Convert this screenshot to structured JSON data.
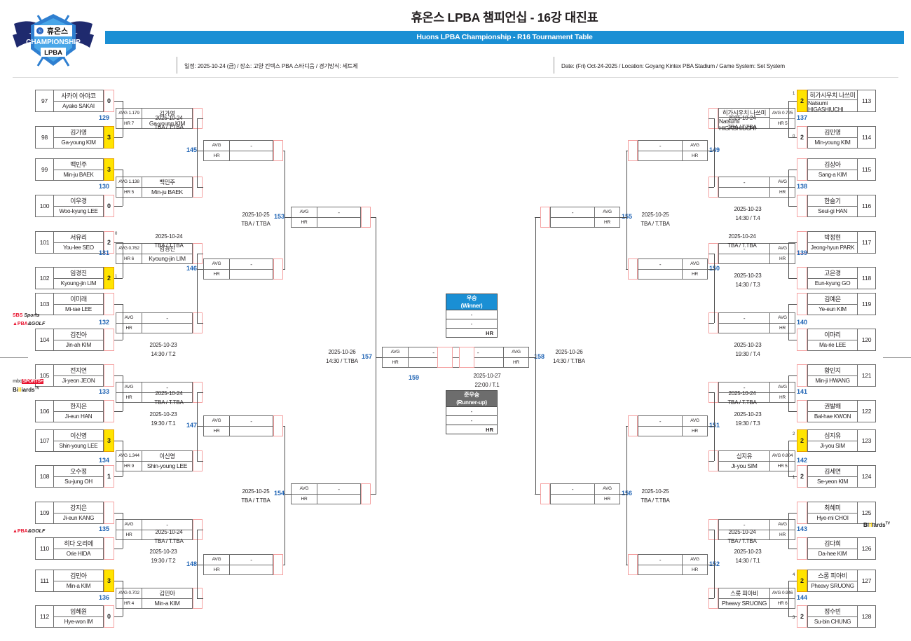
{
  "header": {
    "title_kr": "휴온스 LPBA 챔피언십 - 16강 대진표",
    "title_en": "Huons LPBA Championship - R16 Tournament Table",
    "meta_kr": "일정: 2025-10-24 (금) / 장소: 고양 킨텍스 PBA 스타디움 / 경기방식: 세트제",
    "meta_en": "Date: (Fri) Oct-24-2025 / Location: Goyang Kintex PBA Stadium / Game System: Set System",
    "logo_name": "휴온스 CHAMPIONSHIP LPBA",
    "accent_color": "#1a8fd4"
  },
  "labels": {
    "avg": "AVG",
    "hr": "HR",
    "dash": "-",
    "tba": "TBA / T.TBA"
  },
  "players": [
    {
      "seed": "97",
      "kr": "사카이 아야코",
      "en": "Ayako SAKAI",
      "score": "0",
      "win": false
    },
    {
      "seed": "98",
      "kr": "김가영",
      "en": "Ga-young KIM",
      "score": "3",
      "win": true
    },
    {
      "seed": "99",
      "kr": "백민주",
      "en": "Min-ju BAEK",
      "score": "3",
      "win": true
    },
    {
      "seed": "100",
      "kr": "이우경",
      "en": "Woo-kyung LEE",
      "score": "0",
      "win": false
    },
    {
      "seed": "101",
      "kr": "서유리",
      "en": "You-lee SEO",
      "score": "2",
      "win": false
    },
    {
      "seed": "102",
      "kr": "임경진",
      "en": "Kyoung-jin LIM",
      "score": "2",
      "win": true
    },
    {
      "seed": "103",
      "kr": "이미래",
      "en": "Mi-rae LEE",
      "score": "",
      "win": false
    },
    {
      "seed": "104",
      "kr": "김진아",
      "en": "Jin-ah KIM",
      "score": "",
      "win": false
    },
    {
      "seed": "105",
      "kr": "전지연",
      "en": "Ji-yeon JEON",
      "score": "",
      "win": false
    },
    {
      "seed": "106",
      "kr": "한지은",
      "en": "Ji-eun HAN",
      "score": "",
      "win": false
    },
    {
      "seed": "107",
      "kr": "이신영",
      "en": "Shin-young LEE",
      "score": "3",
      "win": true
    },
    {
      "seed": "108",
      "kr": "오수정",
      "en": "Su-jung OH",
      "score": "1",
      "win": false
    },
    {
      "seed": "109",
      "kr": "강지은",
      "en": "Ji-eun KANG",
      "score": "",
      "win": false
    },
    {
      "seed": "110",
      "kr": "히다 오리에",
      "en": "Orie HIDA",
      "score": "",
      "win": false
    },
    {
      "seed": "111",
      "kr": "김민아",
      "en": "Min-a KIM",
      "score": "3",
      "win": true
    },
    {
      "seed": "112",
      "kr": "임혜원",
      "en": "Hye-won IM",
      "score": "0",
      "win": false
    },
    {
      "seed": "113",
      "kr": "히가시우치 나쓰미",
      "en": "Natsumi HIGASHIUCHI",
      "score": "2",
      "win": true
    },
    {
      "seed": "114",
      "kr": "김민영",
      "en": "Min-young KIM",
      "score": "2",
      "win": false
    },
    {
      "seed": "115",
      "kr": "김상아",
      "en": "Sang-a KIM",
      "score": "",
      "win": false
    },
    {
      "seed": "116",
      "kr": "한슬기",
      "en": "Seul-gi HAN",
      "score": "",
      "win": false
    },
    {
      "seed": "117",
      "kr": "박정현",
      "en": "Jeong-hyun PARK",
      "score": "",
      "win": false
    },
    {
      "seed": "118",
      "kr": "고은경",
      "en": "Eun-kyung GO",
      "score": "",
      "win": false
    },
    {
      "seed": "119",
      "kr": "김예은",
      "en": "Ye-eun KIM",
      "score": "",
      "win": false
    },
    {
      "seed": "120",
      "kr": "이마리",
      "en": "Ma-rie LEE",
      "score": "",
      "win": false
    },
    {
      "seed": "121",
      "kr": "황민지",
      "en": "Min-ji HWANG",
      "score": "",
      "win": false
    },
    {
      "seed": "122",
      "kr": "권발해",
      "en": "Bal-hae KWON",
      "score": "",
      "win": false
    },
    {
      "seed": "123",
      "kr": "심지유",
      "en": "Ji-you SIM",
      "score": "2",
      "win": true
    },
    {
      "seed": "124",
      "kr": "김세연",
      "en": "Se-yeon KIM",
      "score": "2",
      "win": false
    },
    {
      "seed": "125",
      "kr": "최혜미",
      "en": "Hye-mi CHOI",
      "score": "",
      "win": false
    },
    {
      "seed": "126",
      "kr": "김다희",
      "en": "Da-hee KIM",
      "score": "",
      "win": false
    },
    {
      "seed": "127",
      "kr": "스롱 피아비",
      "en": "Pheavy SRUONG",
      "score": "2",
      "win": true
    },
    {
      "seed": "128",
      "kr": "정수빈",
      "en": "Su-bin CHUNG",
      "score": "2",
      "win": false
    }
  ],
  "r32_matches": [
    {
      "no": "129",
      "kr": "김가영",
      "en": "Ga-young KIM",
      "avg": "AVG 1.179",
      "hr": "HR 7",
      "date": "",
      "time": ""
    },
    {
      "no": "130",
      "kr": "백민주",
      "en": "Min-ju BAEK",
      "avg": "AVG 1.138",
      "hr": "HR 5",
      "date": "",
      "time": ""
    },
    {
      "no": "131",
      "kr": "임경진",
      "en": "Kyoung-jin LIM",
      "avg": "AVG 0.762",
      "hr": "HR 6",
      "date": "",
      "time": ""
    },
    {
      "no": "132",
      "kr": "-",
      "en": "",
      "avg": "AVG",
      "hr": "HR",
      "date": "2025-10-23",
      "time": "14:30 / T.2"
    },
    {
      "no": "133",
      "kr": "-",
      "en": "",
      "avg": "AVG",
      "hr": "HR",
      "date": "2025-10-23",
      "time": "19:30 / T.1"
    },
    {
      "no": "134",
      "kr": "이신영",
      "en": "Shin-young LEE",
      "avg": "AVG 1.344",
      "hr": "HR 9",
      "date": "",
      "time": ""
    },
    {
      "no": "135",
      "kr": "-",
      "en": "",
      "avg": "AVG",
      "hr": "HR",
      "date": "2025-10-23",
      "time": "19:30 / T.2"
    },
    {
      "no": "136",
      "kr": "김민아",
      "en": "Min-a KIM",
      "avg": "AVG 0.702",
      "hr": "HR 4",
      "date": "",
      "time": ""
    },
    {
      "no": "137",
      "kr": "히가시우치 나쓰미",
      "en": "Natsumi HIGASHIUCHI",
      "avg": "AVG 0.725",
      "hr": "HR 5",
      "date": "",
      "time": ""
    },
    {
      "no": "138",
      "kr": "-",
      "en": "",
      "avg": "AVG",
      "hr": "HR",
      "date": "2025-10-23",
      "time": "14:30 / T.4"
    },
    {
      "no": "139",
      "kr": "-",
      "en": "",
      "avg": "AVG",
      "hr": "HR",
      "date": "2025-10-23",
      "time": "14:30 / T.3"
    },
    {
      "no": "140",
      "kr": "-",
      "en": "",
      "avg": "AVG",
      "hr": "HR",
      "date": "2025-10-23",
      "time": "19:30 / T.4"
    },
    {
      "no": "141",
      "kr": "-",
      "en": "",
      "avg": "AVG",
      "hr": "HR",
      "date": "2025-10-23",
      "time": "19:30 / T.3"
    },
    {
      "no": "142",
      "kr": "심지유",
      "en": "Ji-you SIM",
      "avg": "AVG 0.804",
      "hr": "HR 5",
      "date": "",
      "time": ""
    },
    {
      "no": "143",
      "kr": "-",
      "en": "",
      "avg": "AVG",
      "hr": "HR",
      "date": "2025-10-23",
      "time": "14:30 / T.1"
    },
    {
      "no": "144",
      "kr": "스롱 피아비",
      "en": "Pheavy SRUONG",
      "avg": "AVG 0.946",
      "hr": "HR 6",
      "date": "",
      "time": ""
    }
  ],
  "r16_matches": [
    {
      "no": "145",
      "date": "2025-10-24",
      "time": "TBA / T.TBA"
    },
    {
      "no": "146",
      "date": "2025-10-24",
      "time": "TBA / T.TBA"
    },
    {
      "no": "147",
      "date": "2025-10-24",
      "time": "TBA / T.TBA"
    },
    {
      "no": "148",
      "date": "2025-10-24",
      "time": "TBA / T.TBA"
    },
    {
      "no": "149",
      "date": "2025-10-24",
      "time": "TBA / T.TBA"
    },
    {
      "no": "150",
      "date": "2025-10-24",
      "time": "TBA / T.TBA"
    },
    {
      "no": "151",
      "date": "2025-10-24",
      "time": "TBA / T.TBA"
    },
    {
      "no": "152",
      "date": "2025-10-24",
      "time": "TBA / T.TBA"
    }
  ],
  "qf_matches": [
    {
      "no": "153",
      "date": "2025-10-25",
      "time": "TBA / T.TBA"
    },
    {
      "no": "154",
      "date": "2025-10-25",
      "time": "TBA / T.TBA"
    },
    {
      "no": "155",
      "date": "2025-10-25",
      "time": "TBA / T.TBA"
    },
    {
      "no": "156",
      "date": "2025-10-25",
      "time": "TBA / T.TBA"
    }
  ],
  "sf_matches": [
    {
      "no": "157",
      "date": "2025-10-26",
      "time": "14:30 / T.TBA"
    },
    {
      "no": "158",
      "date": "2025-10-26",
      "time": "14:30 / T.TBA"
    }
  ],
  "final_match": {
    "no": "159",
    "date": "2025-10-27",
    "time": "22:00 / T.1"
  },
  "winner": {
    "cap_kr": "우승",
    "cap_en": "(Winner)",
    "row1": "-",
    "row2": "-",
    "hr": "HR"
  },
  "runner_up": {
    "cap_kr": "준우승",
    "cap_en": "(Runner-up)",
    "row1": "-",
    "row2": "-",
    "hr": "HR"
  },
  "tiny_seeds": {
    "m129_top": "",
    "m131_top": "0",
    "m131_bot": "1",
    "m137_top": "1",
    "m137_bot": "0",
    "m142_top": "2",
    "m142_bot": "1",
    "m144_top": "4",
    "m144_bot": "3"
  },
  "broadcasters": [
    {
      "id": "sbs-pba-logo",
      "name": "SBS Sports / PBA GOLF"
    },
    {
      "id": "mbc-billiards-logo",
      "name": "MBC SPORTS+ Billiards TV"
    },
    {
      "id": "pba-golf-logo",
      "name": "PBA GOLF"
    },
    {
      "id": "billiards-tv-logo",
      "name": "Billiards TV"
    }
  ]
}
